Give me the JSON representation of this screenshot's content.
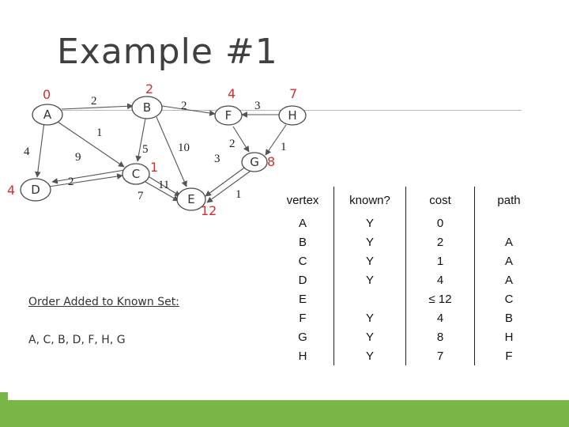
{
  "slide": {
    "title": "Example #1"
  },
  "graph": {
    "nodes": [
      {
        "id": "A",
        "label": "A",
        "cost": "0"
      },
      {
        "id": "B",
        "label": "B",
        "cost": "2"
      },
      {
        "id": "F",
        "label": "F",
        "cost": "4"
      },
      {
        "id": "H",
        "label": "H",
        "cost": "7"
      },
      {
        "id": "D",
        "label": "D",
        "cost": "4"
      },
      {
        "id": "C",
        "label": "C",
        "cost": "1"
      },
      {
        "id": "E",
        "label": "E",
        "cost": "12"
      },
      {
        "id": "G",
        "label": "G",
        "cost": "8"
      }
    ],
    "edges": [
      {
        "from": "A",
        "to": "B",
        "weight": "2"
      },
      {
        "from": "B",
        "to": "F",
        "weight": "2"
      },
      {
        "from": "H",
        "to": "F",
        "weight": "3"
      },
      {
        "from": "A",
        "to": "C",
        "weight": "1"
      },
      {
        "from": "A",
        "to": "D",
        "weight": "4"
      },
      {
        "from": "D",
        "to": "C",
        "weight": "2"
      },
      {
        "from": "C",
        "to": "D",
        "weight": "9"
      },
      {
        "from": "B",
        "to": "C",
        "weight": "5"
      },
      {
        "from": "B",
        "to": "E",
        "weight": "10"
      },
      {
        "from": "C",
        "to": "E",
        "weight": "11"
      },
      {
        "from": "C",
        "to": "E",
        "weight": "7"
      },
      {
        "from": "F",
        "to": "G",
        "weight": "2"
      },
      {
        "from": "H",
        "to": "G",
        "weight": "1"
      },
      {
        "from": "G",
        "to": "E",
        "weight": "3"
      },
      {
        "from": "G",
        "to": "E",
        "weight": "1"
      }
    ]
  },
  "order": {
    "heading": "Order Added to Known Set:",
    "list": "A, C, B, D, F, H, G"
  },
  "table": {
    "headers": {
      "vertex": "vertex",
      "known": "known?",
      "cost": "cost",
      "path": "path"
    },
    "rows": [
      {
        "vertex": "A",
        "known": "Y",
        "cost": "0",
        "path": ""
      },
      {
        "vertex": "B",
        "known": "Y",
        "cost": "2",
        "path": "A"
      },
      {
        "vertex": "C",
        "known": "Y",
        "cost": "1",
        "path": "A"
      },
      {
        "vertex": "D",
        "known": "Y",
        "cost": "4",
        "path": "A"
      },
      {
        "vertex": "E",
        "known": "",
        "cost": "≤ 12",
        "path": "C"
      },
      {
        "vertex": "F",
        "known": "Y",
        "cost": "4",
        "path": "B"
      },
      {
        "vertex": "G",
        "known": "Y",
        "cost": "8",
        "path": "H"
      },
      {
        "vertex": "H",
        "known": "Y",
        "cost": "7",
        "path": "F"
      }
    ]
  },
  "colors": {
    "cost": "#d03030",
    "bar": "#7ab648"
  }
}
